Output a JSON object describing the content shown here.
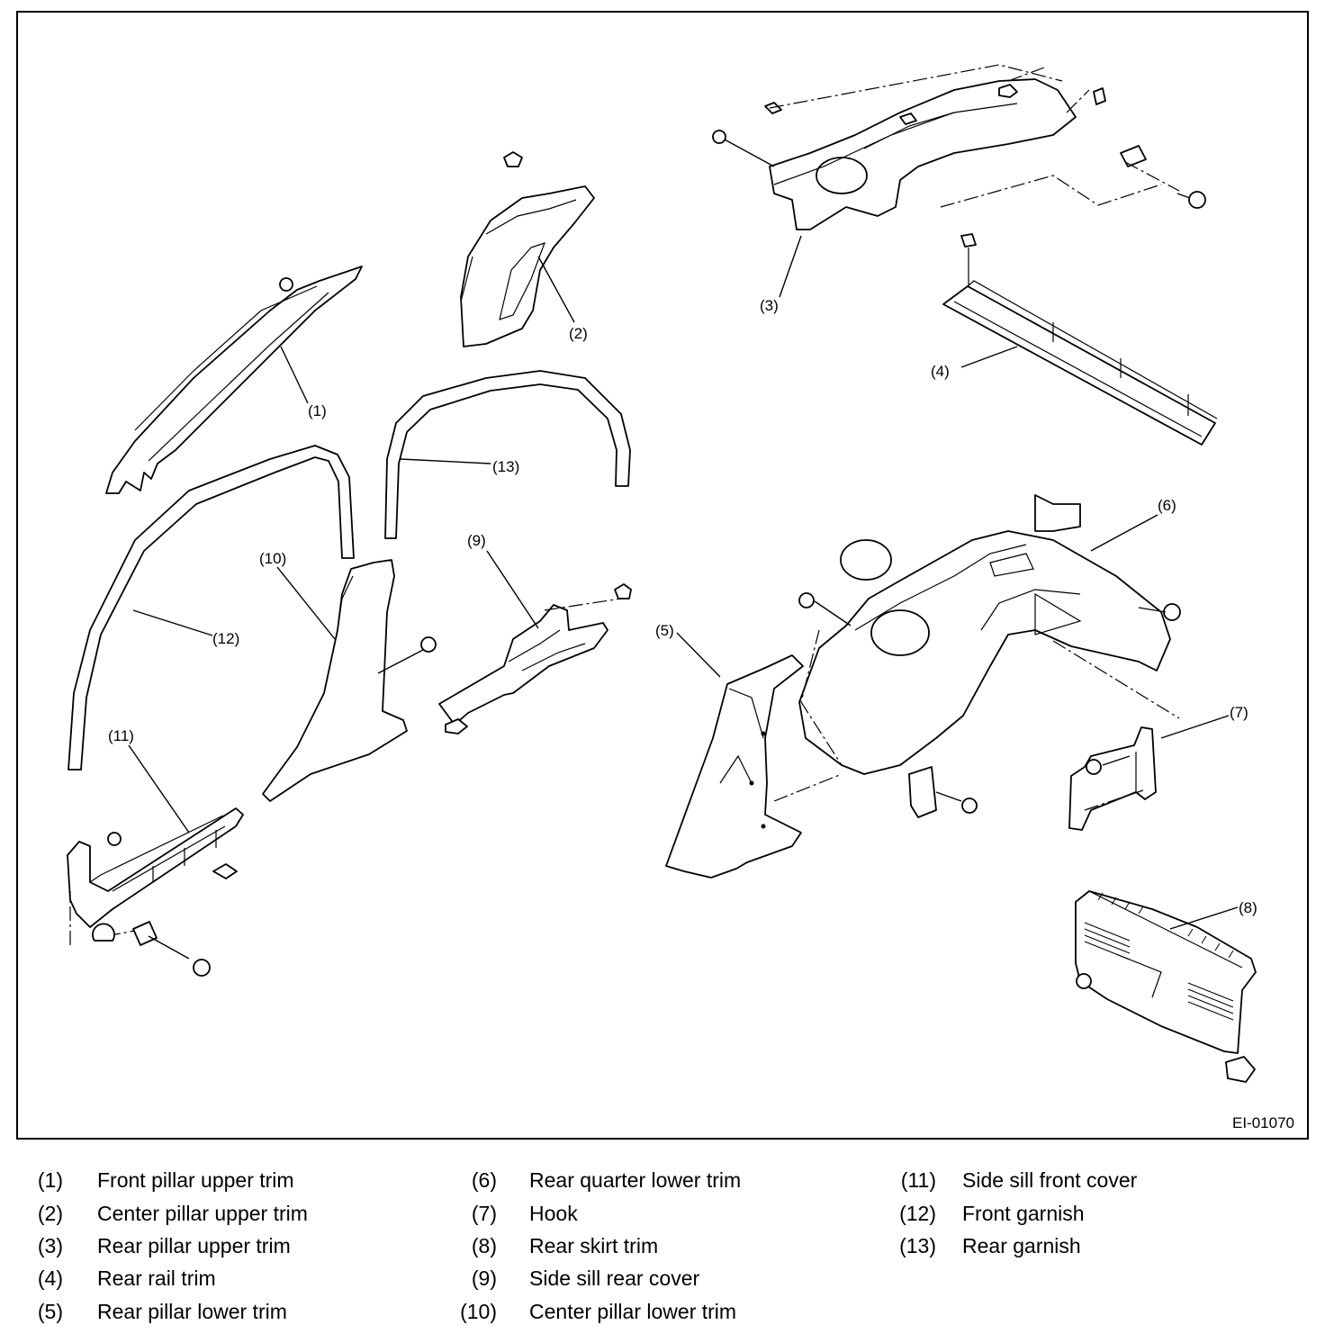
{
  "figure": {
    "id_label": "EI-01070"
  },
  "callouts": [
    "(1)",
    "(2)",
    "(3)",
    "(4)",
    "(5)",
    "(6)",
    "(7)",
    "(8)",
    "(9)",
    "(10)",
    "(11)",
    "(12)",
    "(13)"
  ],
  "legend": [
    {
      "num": "(1)",
      "label": "Front pillar upper trim"
    },
    {
      "num": "(2)",
      "label": "Center pillar upper trim"
    },
    {
      "num": "(3)",
      "label": "Rear pillar upper trim"
    },
    {
      "num": "(4)",
      "label": "Rear rail trim"
    },
    {
      "num": "(5)",
      "label": "Rear pillar lower trim"
    },
    {
      "num": "(6)",
      "label": "Rear quarter lower trim"
    },
    {
      "num": "(7)",
      "label": "Hook"
    },
    {
      "num": "(8)",
      "label": "Rear skirt trim"
    },
    {
      "num": "(9)",
      "label": "Side sill rear cover"
    },
    {
      "num": "(10)",
      "label": "Center pillar lower trim"
    },
    {
      "num": "(11)",
      "label": "Side sill front cover"
    },
    {
      "num": "(12)",
      "label": "Front garnish"
    },
    {
      "num": "(13)",
      "label": "Rear garnish"
    }
  ]
}
